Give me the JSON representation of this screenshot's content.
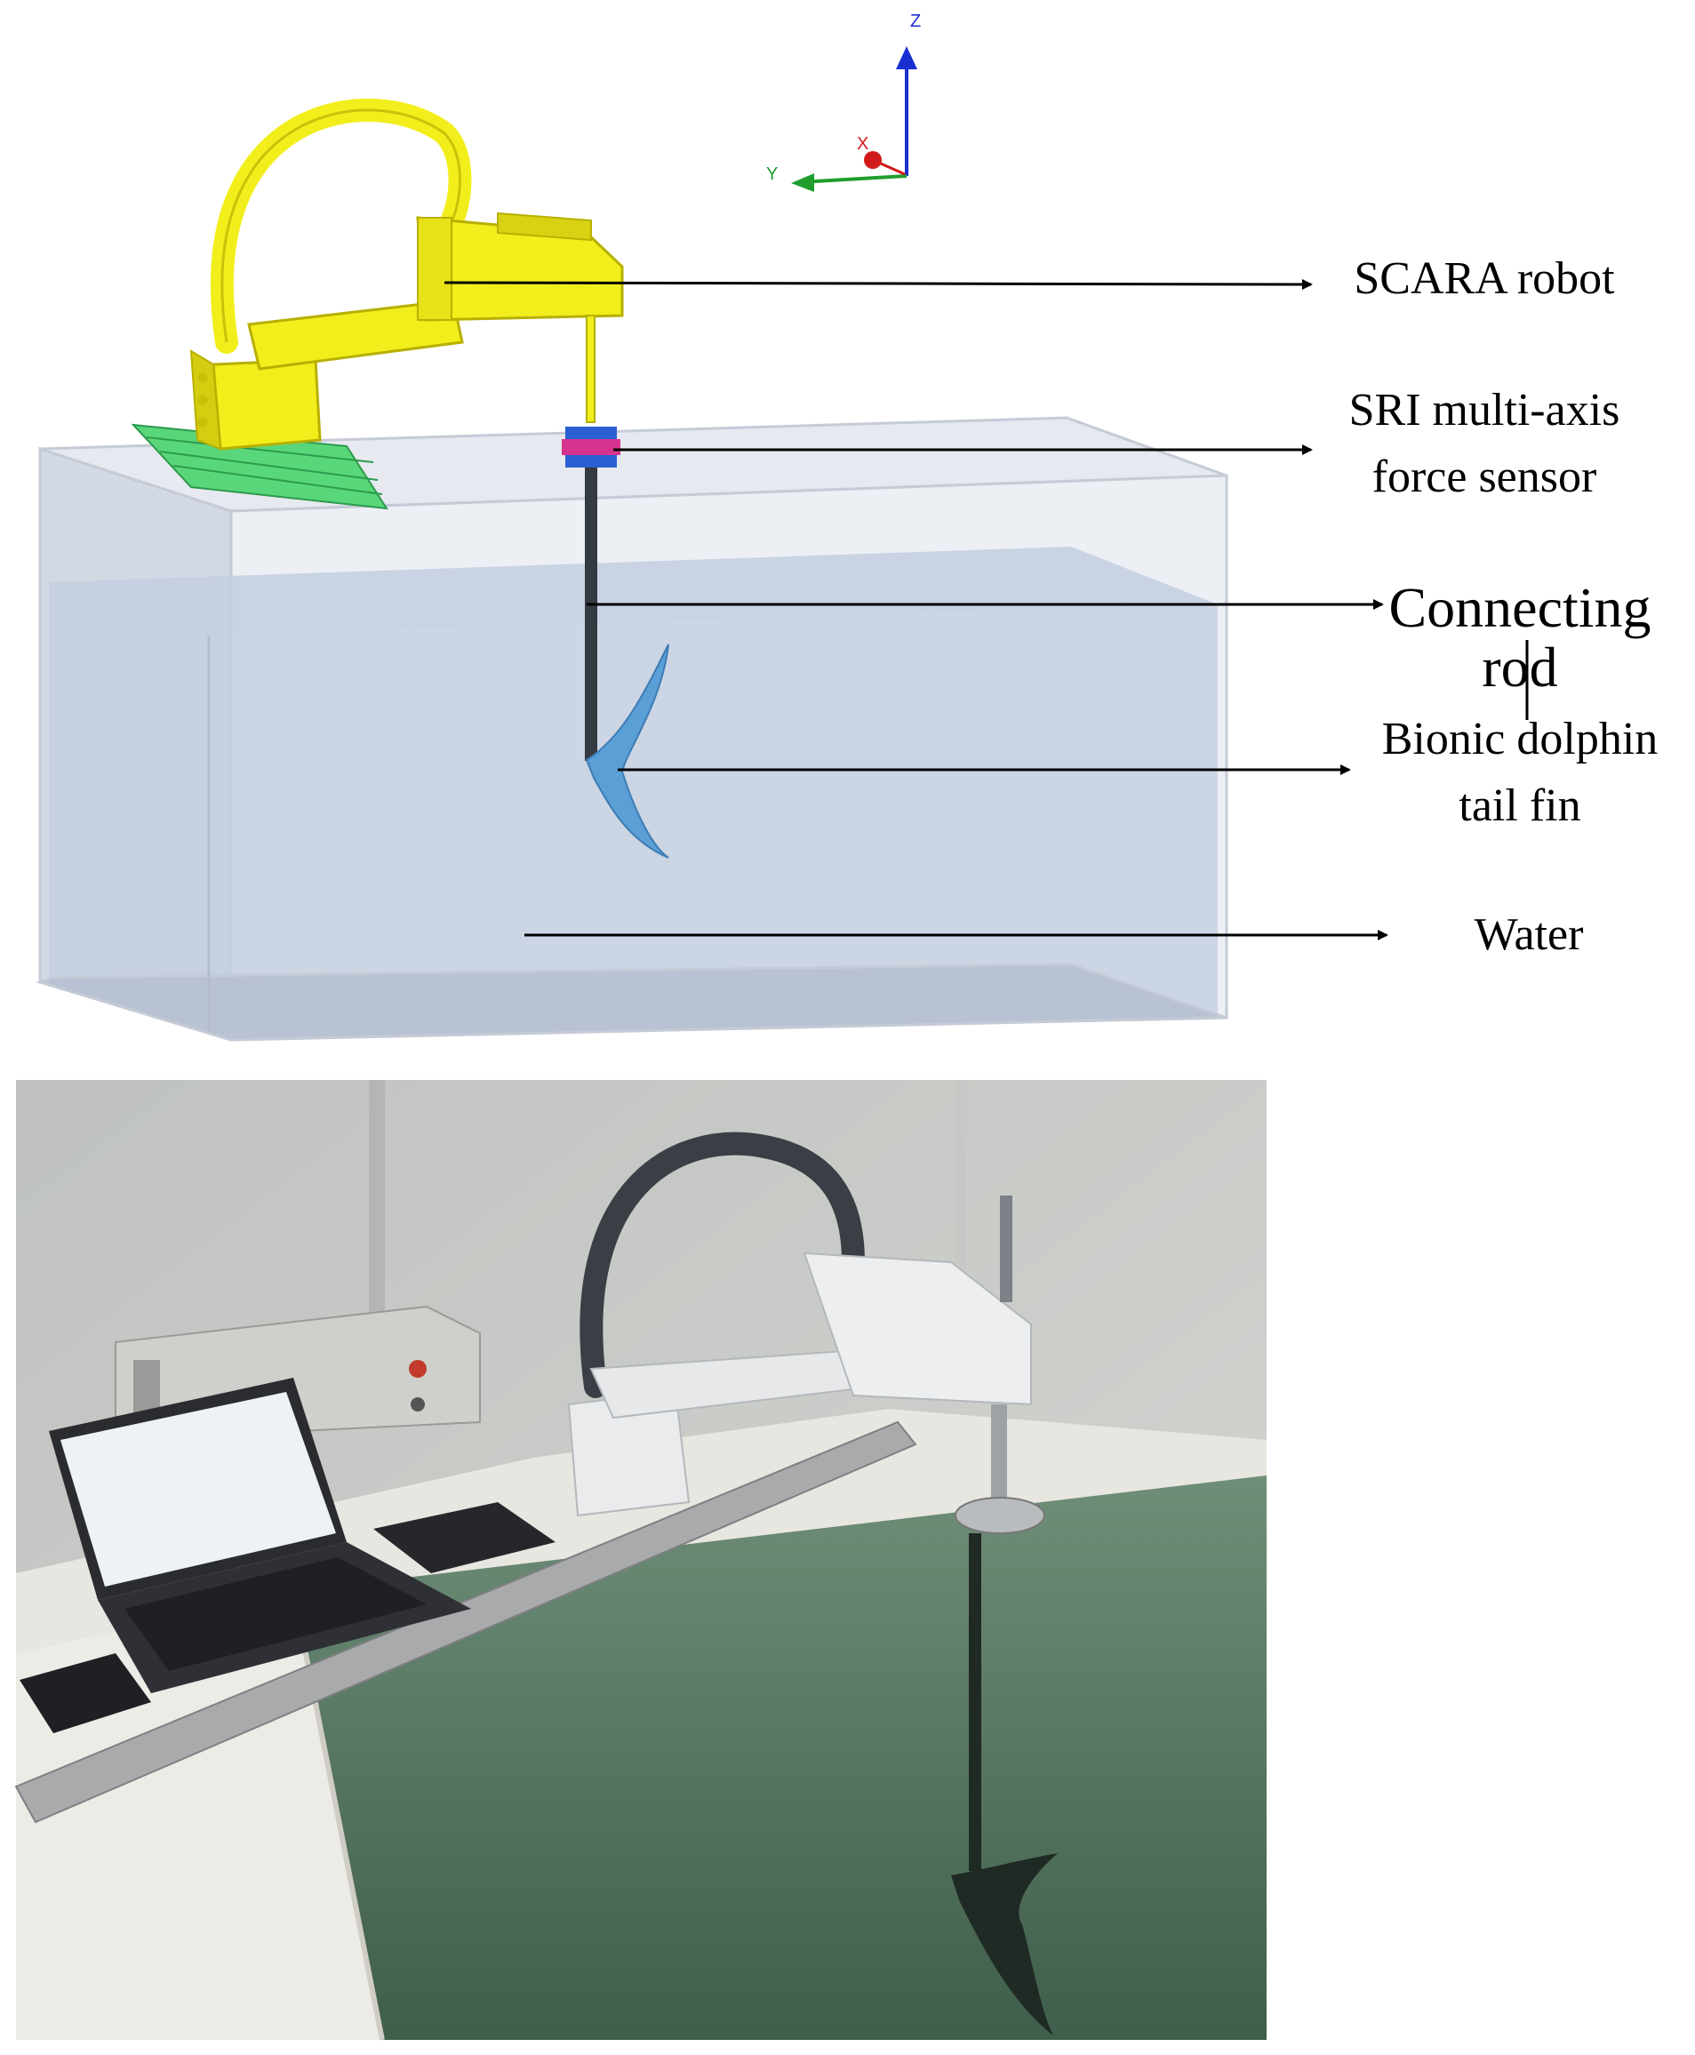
{
  "axes": {
    "z": {
      "label": "Z",
      "color": "#1a2fd1"
    },
    "y": {
      "label": "Y",
      "color": "#1f9e2e"
    },
    "x": {
      "label": "X",
      "color": "#d11a1a"
    }
  },
  "callouts": [
    {
      "id": "scara",
      "lines": [
        "SCARA robot"
      ]
    },
    {
      "id": "sensor",
      "lines": [
        "SRI multi-axis",
        "force sensor"
      ]
    },
    {
      "id": "rod",
      "lines": [
        "Connecting",
        "rod"
      ]
    },
    {
      "id": "tailfin",
      "lines": [
        "Bionic dolphin",
        "tail fin"
      ]
    },
    {
      "id": "water",
      "lines": [
        "Water"
      ]
    }
  ],
  "colors": {
    "robot": "#f2ee1c",
    "robot_shade": "#c9c20a",
    "rail": "#5ad67a",
    "tank_edge": "#c5cbd6",
    "water": "#c3cedf",
    "fin": "#5a9fd6",
    "sensor": "#d6338f",
    "photo_water": "#4c6e58"
  }
}
